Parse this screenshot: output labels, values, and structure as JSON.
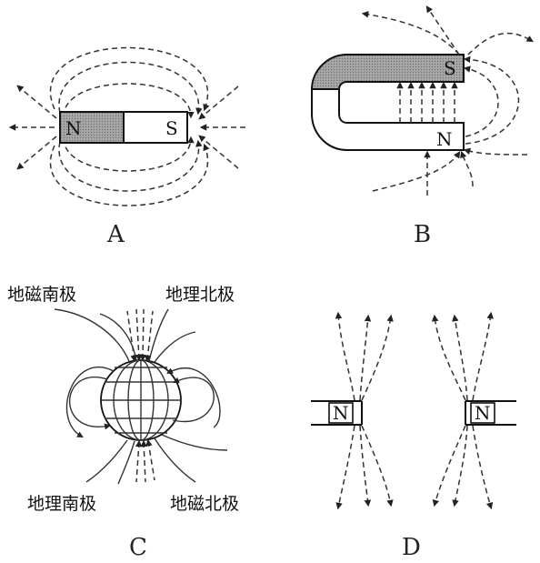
{
  "panels": {
    "A": {
      "label": "A",
      "north": "N",
      "south": "S"
    },
    "B": {
      "label": "B",
      "north": "N",
      "south": "S"
    },
    "C": {
      "label": "C",
      "top_left": "地磁南极",
      "top_right": "地理北极",
      "bottom_left": "地理南极",
      "bottom_right": "地磁北极"
    },
    "D": {
      "label": "D",
      "left_pole": "N",
      "right_pole": "N"
    }
  }
}
